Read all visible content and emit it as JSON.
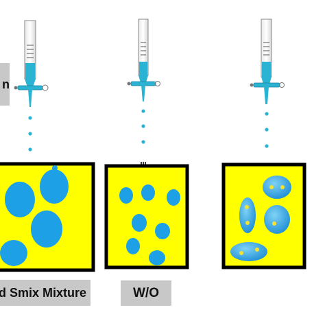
{
  "labels": {
    "left": "nd Smix Mixture",
    "middle": "W/O",
    "left_tab": "n"
  },
  "colors": {
    "container_fill": "#ffff00",
    "container_border": "#000000",
    "droplet": "#1ea0e6",
    "droplet_core": "#f5e332",
    "burette_liquid": "#2bb3d3",
    "label_bg": "#c8c8c8"
  }
}
